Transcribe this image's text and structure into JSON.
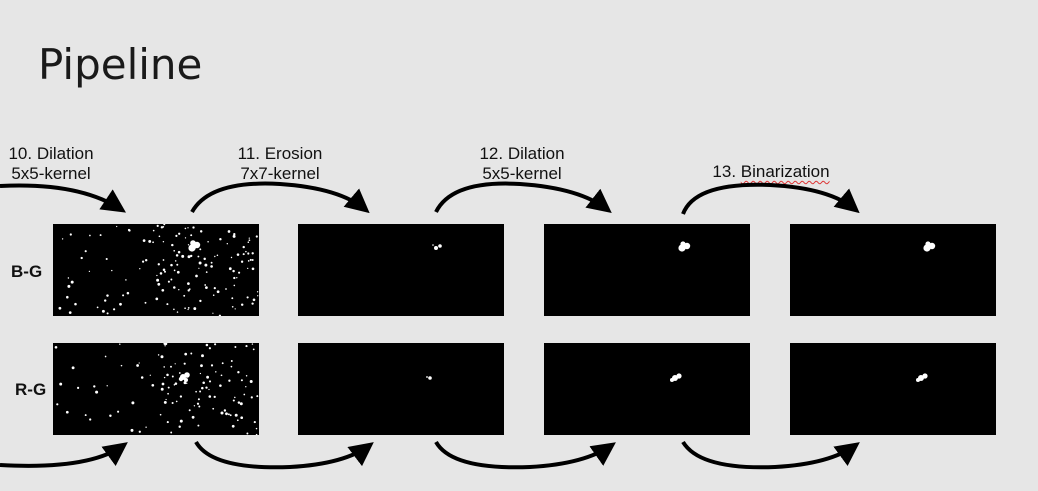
{
  "slide": {
    "title": "Pipeline",
    "steps": [
      {
        "number": "10. Dilation",
        "detail": "5x5-kernel"
      },
      {
        "number": "11. Erosion",
        "detail": "7x7-kernel"
      },
      {
        "number": "12. Dilation",
        "detail": "5x5-kernel"
      },
      {
        "number": "13. Binarization",
        "detail": ""
      }
    ],
    "rows": [
      {
        "label": "B-G"
      },
      {
        "label": "R-G"
      }
    ]
  },
  "colors": {
    "background": "#e6e6e6",
    "panel": "#000000",
    "arrow": "#000000",
    "blob": "#ffffff"
  }
}
